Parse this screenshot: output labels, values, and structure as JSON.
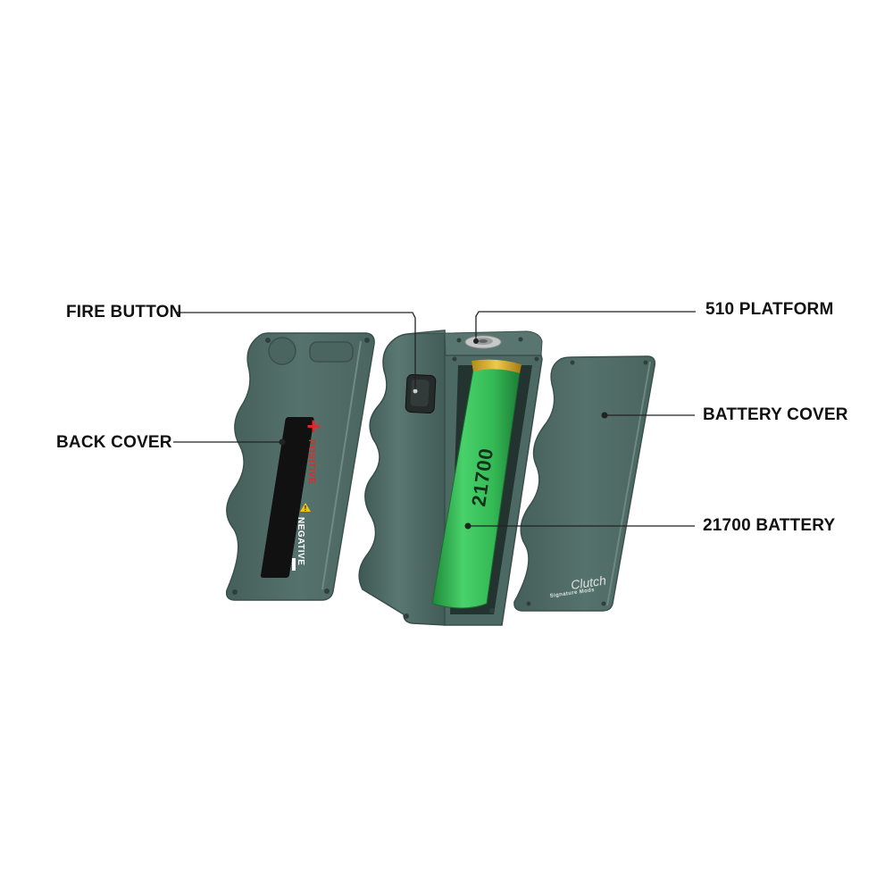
{
  "callouts": {
    "fire_button": "FIRE BUTTON",
    "back_cover": "BACK COVER",
    "platform_510": "510 PLATFORM",
    "battery_cover": "BATTERY COVER",
    "battery_21700": "21700 BATTERY"
  },
  "battery": {
    "label": "21700",
    "color": "#39c45a"
  },
  "back_cover_label": {
    "positive": "POSITIVE",
    "negative": "NEGATIVE",
    "plus_symbol": "+",
    "warning_symbol": "!"
  },
  "logo": {
    "name": "Clutch",
    "tagline": "Signature Mods"
  },
  "colors": {
    "mod_body": "#4f6b66",
    "positive_red": "#e02a2a",
    "warning_yellow": "#f2c21a"
  },
  "icons": [
    "fire-button-icon",
    "connector-510-icon",
    "battery-icon",
    "warning-icon"
  ]
}
